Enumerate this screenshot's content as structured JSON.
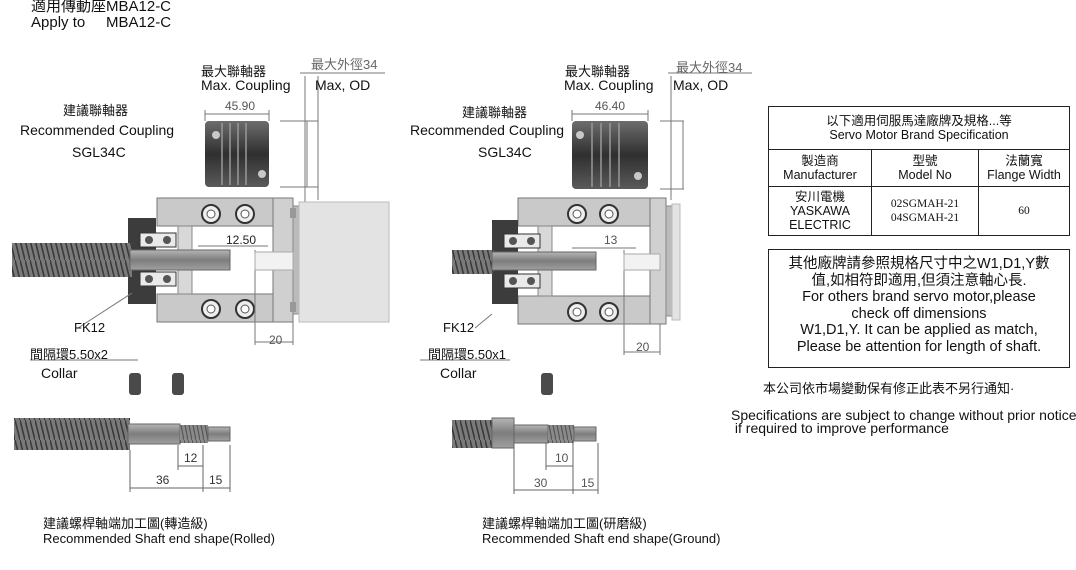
{
  "header": {
    "apply_zh": "適用傳動座MBA12-C",
    "apply_en": "Apply to     MBA12-C"
  },
  "left": {
    "max_coupling_zh": "最大聯軸器",
    "max_coupling_en": "Max. Coupling",
    "max_od_zh": "最大外徑34",
    "max_od_en": "Max, OD",
    "rec_coupling_zh": "建議聯軸器",
    "rec_coupling_en": "Recommended Coupling",
    "model": "SGL34C",
    "dim_width": "45.90",
    "dim_inner": "12.50",
    "dim_20": "20",
    "bearing_label": "FK12",
    "collar_zh": "間隔環5.50x2",
    "collar_en": "Collar",
    "dim_12": "12",
    "dim_36": "36",
    "dim_15": "15",
    "shaft_zh": "建議螺桿軸端加工圖(轉造級)",
    "shaft_en": "Recommended Shaft end shape(Rolled)"
  },
  "right": {
    "max_coupling_zh": "最大聯軸器",
    "max_coupling_en": "Max. Coupling",
    "max_od_zh": "最大外徑34",
    "max_od_en": "Max, OD",
    "rec_coupling_zh": "建議聯軸器",
    "rec_coupling_en": "Recommended Coupling",
    "model": "SGL34C",
    "dim_width": "46.40",
    "dim_inner": "13",
    "dim_20": "20",
    "bearing_label": "FK12",
    "collar_zh": "間隔環5.50x1",
    "collar_en": "Collar",
    "dim_10": "10",
    "dim_30": "30",
    "dim_15": "15",
    "shaft_zh": "建議螺桿軸端加工圖(研磨級)",
    "shaft_en": "Recommended Shaft end shape(Ground)"
  },
  "table": {
    "title_zh": "以下適用伺服馬達廠牌及規格...等",
    "title_en": "Servo Motor Brand Specification",
    "col1_zh": "製造商",
    "col1_en": "Manufacturer",
    "col2_zh": "型號",
    "col2_en": "Model No",
    "col3_zh": "法蘭寬",
    "col3_en": "Flange Width",
    "maker_zh": "安川電機",
    "maker_en1": "YASKAWA",
    "maker_en2": "ELECTRIC",
    "model1": "02SGMAH-21",
    "model2": "04SGMAH-21",
    "flange": "60"
  },
  "note": {
    "zh1": "其他廠牌請參照規格尺寸中之W1,D1,Y數",
    "zh2": "值,如相符即適用,但須注意軸心長.",
    "en1": "For others brand servo motor,please",
    "en2": "check off dimensions",
    "en3": "W1,D1,Y. It can be applied as match,",
    "en4": "Please be attention for length of shaft."
  },
  "footer": {
    "notice_zh": "本公司依市場變動保有修正此表不另行通知·",
    "notice_en1": "Specifications are subject to change without prior notice",
    "notice_en2": " if required to improve performance"
  }
}
